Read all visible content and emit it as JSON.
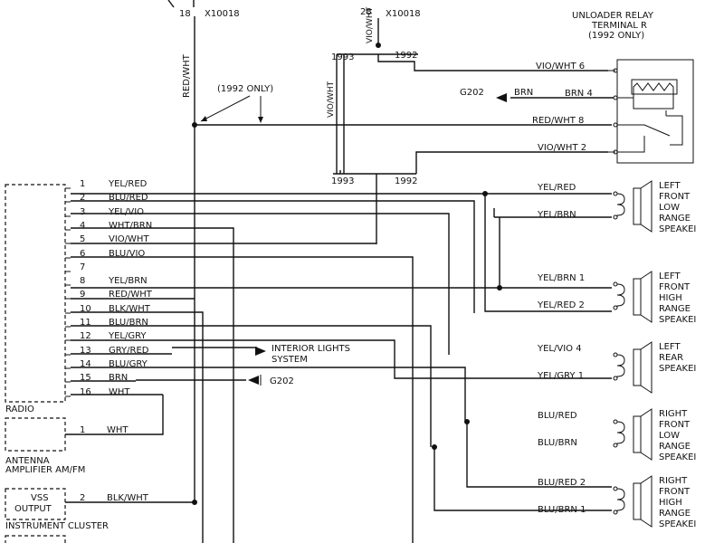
{
  "top_connectors": {
    "left_pin": "18",
    "left_conn": "X10018",
    "right_pin": "28",
    "right_conn": "X10018",
    "left_wire": "RED/WHT",
    "right_wire": "VIO/WHT"
  },
  "relay": {
    "title_line1": "UNLOADER RELAY",
    "title_line2": "TERMINAL R",
    "title_line3": "(1992 ONLY)",
    "pins": [
      {
        "label": "VIO/WHT 6"
      },
      {
        "label": "BRN 4"
      },
      {
        "label": "RED/WHT 8"
      },
      {
        "label": "VIO/WHT 2"
      }
    ],
    "ground": "G202",
    "ground_wire": "BRN"
  },
  "year_labels": {
    "y1993_top": "1993",
    "y1992_top": "1992",
    "y1993_bot": "1993",
    "y1992_bot": "1992",
    "only_1992": "(1992 ONLY)",
    "vio_wht_vertical": "VIO/WHT"
  },
  "radio": {
    "label": "RADIO",
    "pins": [
      {
        "num": "1",
        "wire": "YEL/RED"
      },
      {
        "num": "2",
        "wire": "BLU/RED"
      },
      {
        "num": "3",
        "wire": "YEL/VIO"
      },
      {
        "num": "4",
        "wire": "WHT/BRN"
      },
      {
        "num": "5",
        "wire": "VIO/WHT"
      },
      {
        "num": "6",
        "wire": "BLU/VIO"
      },
      {
        "num": "7",
        "wire": ""
      },
      {
        "num": "8",
        "wire": "YEL/BRN"
      },
      {
        "num": "9",
        "wire": "RED/WHT"
      },
      {
        "num": "10",
        "wire": "BLK/WHT"
      },
      {
        "num": "11",
        "wire": "BLU/BRN"
      },
      {
        "num": "12",
        "wire": "YEL/GRY"
      },
      {
        "num": "13",
        "wire": "GRY/RED"
      },
      {
        "num": "14",
        "wire": "BLU/GRY"
      },
      {
        "num": "15",
        "wire": "BRN"
      },
      {
        "num": "16",
        "wire": "WHT"
      }
    ],
    "interior_line1": "INTERIOR LIGHTS",
    "interior_line2": "SYSTEM",
    "ground": "G202"
  },
  "antenna": {
    "line1": "ANTENNA",
    "line2": "AMPLIFIER AM/FM",
    "pin": "1",
    "wire": "WHT"
  },
  "cluster": {
    "inner1": "VSS",
    "inner2": "OUTPUT",
    "label": "INSTRUMENT CLUSTER",
    "pin": "2",
    "wire": "BLK/WHT"
  },
  "speakers": [
    {
      "l1": "LEFT",
      "l2": "FRONT",
      "l3": "LOW",
      "l4": "RANGE",
      "l5": "SPEAKEI",
      "w1": "YEL/RED",
      "w2": "YEL/BRN"
    },
    {
      "l1": "LEFT",
      "l2": "FRONT",
      "l3": "HIGH",
      "l4": "RANGE",
      "l5": "SPEAKEI",
      "w1": "YEL/BRN 1",
      "w2": "YEL/RED 2"
    },
    {
      "l1": "LEFT",
      "l2": "REAR",
      "l3": "SPEAKEI",
      "l4": "",
      "l5": "",
      "w1": "YEL/VIO 4",
      "w2": "YEL/GRY 1"
    },
    {
      "l1": "RIGHT",
      "l2": "FRONT",
      "l3": "LOW",
      "l4": "RANGE",
      "l5": "SPEAKEI",
      "w1": "BLU/RED",
      "w2": "BLU/BRN"
    },
    {
      "l1": "RIGHT",
      "l2": "FRONT",
      "l3": "HIGH",
      "l4": "RANGE",
      "l5": "SPEAKEI",
      "w1": "BLU/RED 2",
      "w2": "BLU/BRN 1"
    }
  ]
}
